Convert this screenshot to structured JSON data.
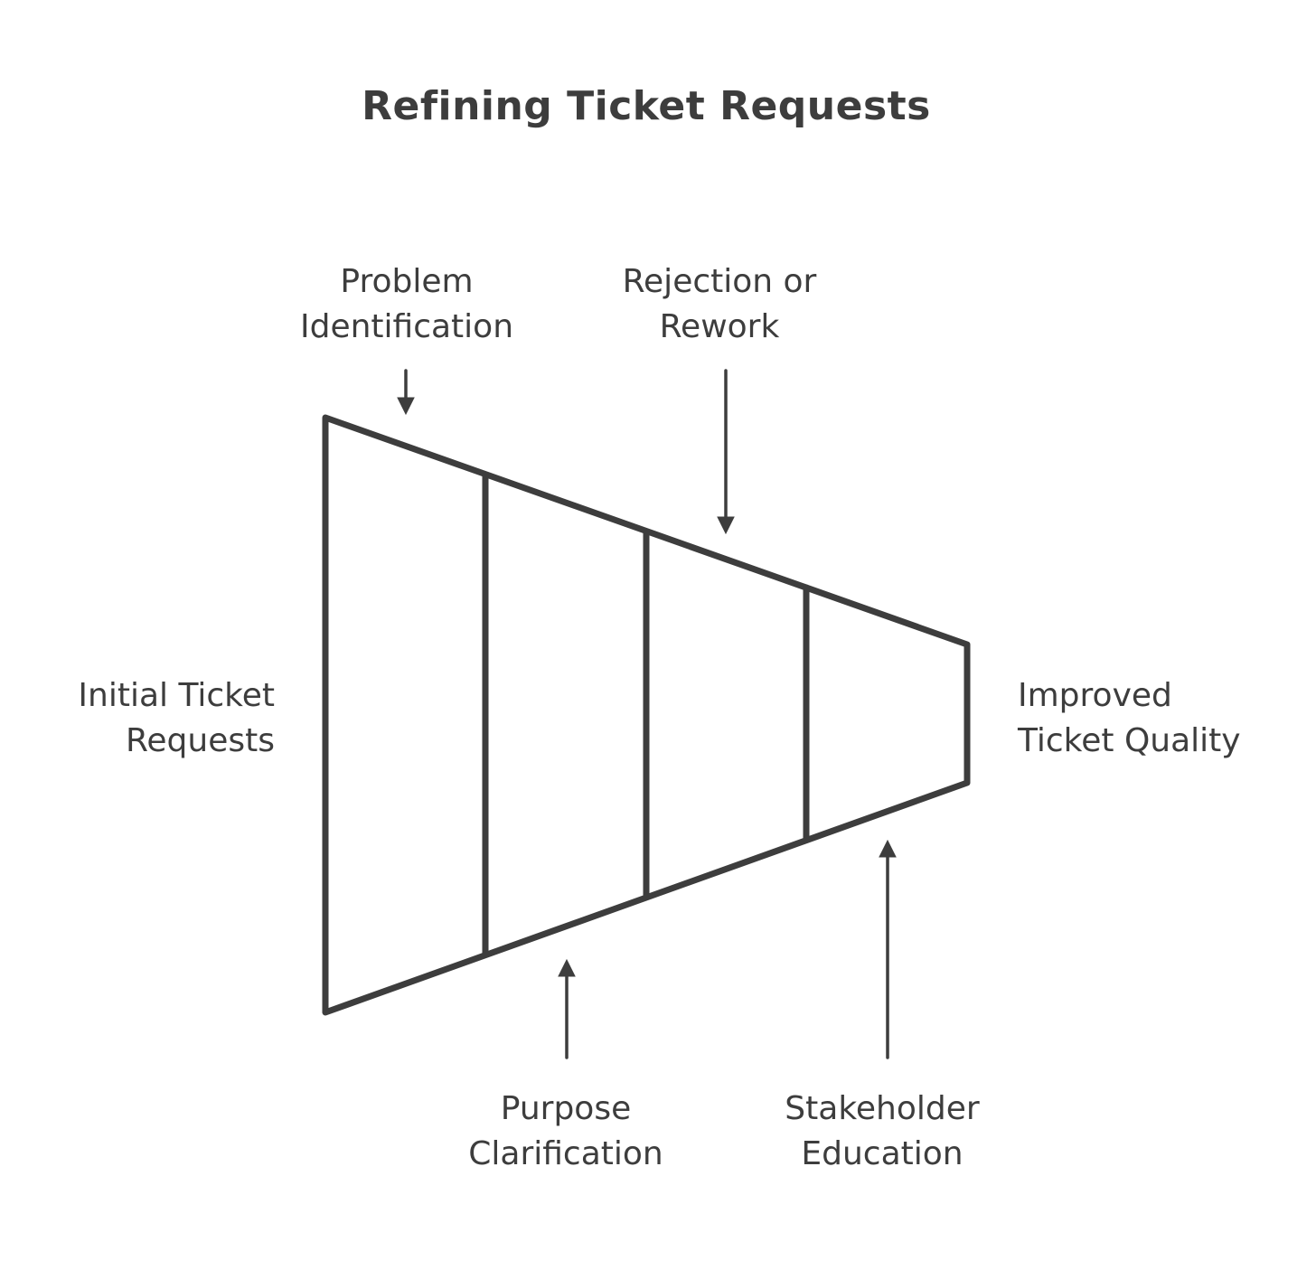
{
  "title": "Refining Ticket Requests",
  "stages": {
    "start": {
      "line1": "Initial Ticket",
      "line2": "Requests"
    },
    "end": {
      "line1": "Improved",
      "line2": "Ticket Quality"
    }
  },
  "steps": [
    {
      "line1": "Problem",
      "line2": "Identification",
      "position": "top"
    },
    {
      "line1": "Purpose",
      "line2": "Clarification",
      "position": "bottom"
    },
    {
      "line1": "Rejection or",
      "line2": "Rework",
      "position": "top"
    },
    {
      "line1": "Stakeholder",
      "line2": "Education",
      "position": "bottom"
    }
  ],
  "colors": {
    "stroke": "#3d3d3d",
    "background": "#ffffff"
  }
}
